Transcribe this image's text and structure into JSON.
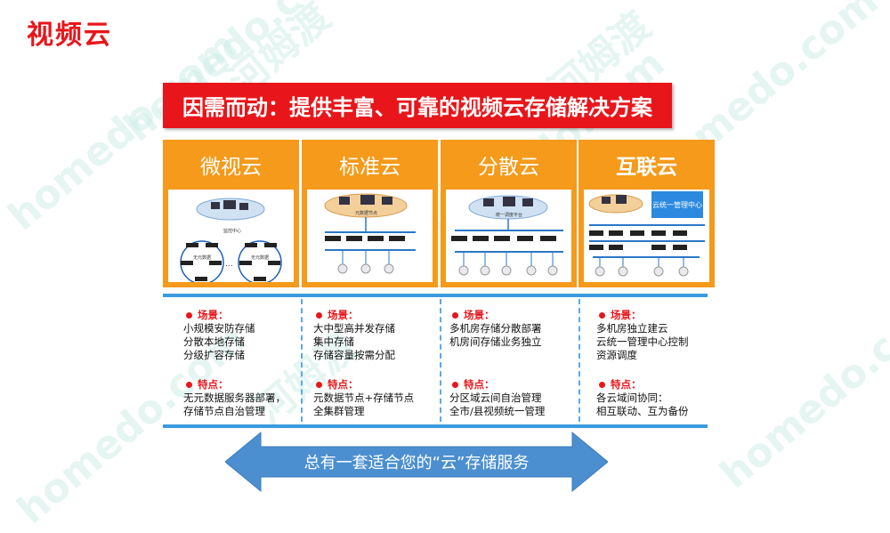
{
  "page": {
    "title": "视频云",
    "banner": "因需而动：提供丰富、可靠的视频云存储解决方案",
    "watermark": [
      "homedo.com",
      "河姆渡"
    ]
  },
  "cards": [
    {
      "title": "微视云",
      "diagram": {
        "center_label": "监控中心",
        "left_group": "无元数据",
        "right_group": "无元数据",
        "ellipsis": "..."
      }
    },
    {
      "title": "标准云",
      "diagram": {
        "label": "元数据节点"
      }
    },
    {
      "title": "分散云",
      "diagram": {
        "label": "统一调度平台"
      }
    },
    {
      "title": "互联云",
      "diagram": {
        "label": "云统一管理中心"
      }
    }
  ],
  "columns": [
    {
      "scene_label": "场景：",
      "scene": [
        "小规模安防存储",
        "分散本地存储",
        "分级扩容存储"
      ],
      "feature_label": "特点：",
      "feature": [
        "无元数据服务器部署，",
        "存储节点自治管理"
      ]
    },
    {
      "scene_label": "场景：",
      "scene": [
        "大中型高并发存储",
        "集中存储",
        "存储容量按需分配"
      ],
      "feature_label": "特点：",
      "feature": [
        "元数据节点+存储节点",
        "全集群管理"
      ]
    },
    {
      "scene_label": "场景：",
      "scene": [
        "多机房存储分散部署",
        "机房间存储业务独立"
      ],
      "feature_label": "特点：",
      "feature": [
        "分区域云间自治管理",
        "全市/县视频统一管理"
      ]
    },
    {
      "scene_label": "场景：",
      "scene": [
        "多机房独立建云",
        "云统一管理中心控制",
        "资源调度"
      ],
      "feature_label": "特点：",
      "feature": [
        "各云域间协同：",
        "相互联动、互为备份"
      ]
    }
  ],
  "footer": {
    "arrow_label": "总有一套适合您的“云”存储服务"
  },
  "colors": {
    "red": "#e8161b",
    "orange": "#f59a1a",
    "blue": "#3a9be0",
    "arrow": "#4b8fd0"
  }
}
